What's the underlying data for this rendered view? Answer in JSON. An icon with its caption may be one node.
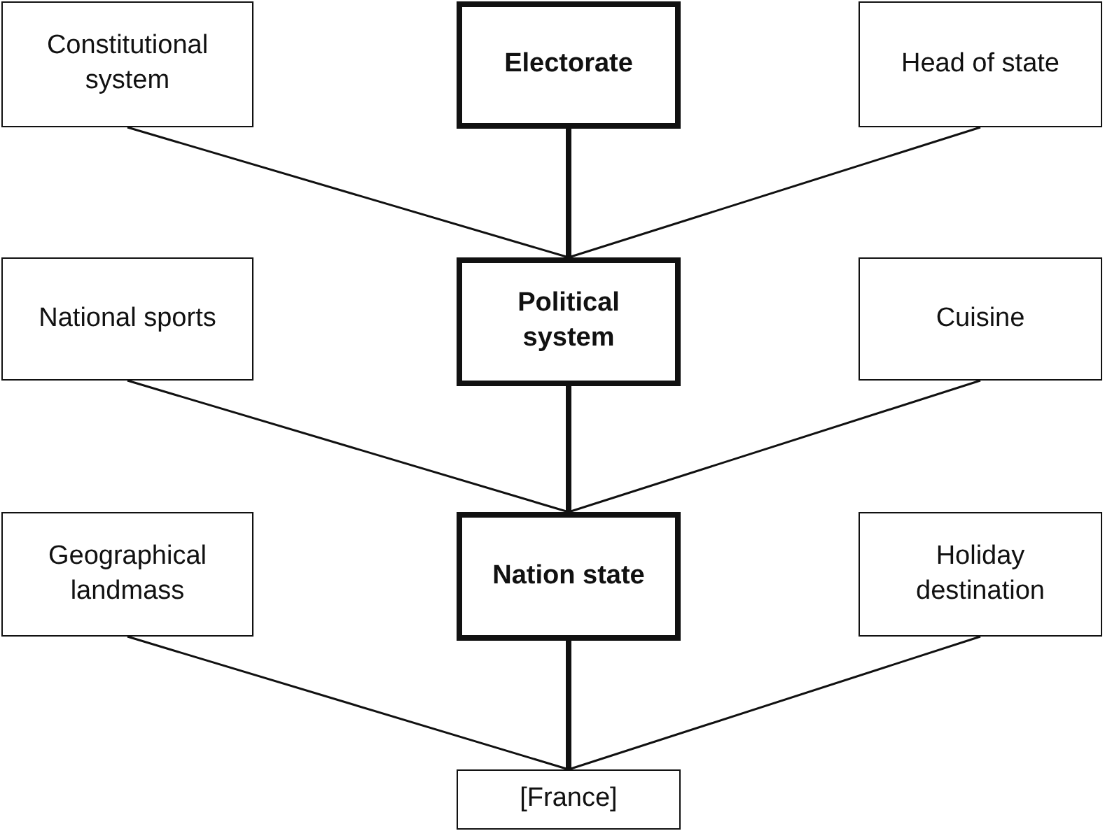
{
  "diagram": {
    "nodes": [
      {
        "text": [
          "Constitutional system"
        ]
      },
      {
        "text": [
          "Electorate"
        ]
      },
      {
        "text": [
          "Head of state"
        ]
      },
      {
        "text": [
          "National sports"
        ]
      },
      {
        "text": [
          "Political system"
        ]
      },
      {
        "text": [
          "Cuisine"
        ]
      },
      {
        "text": [
          "Geographical landmass"
        ]
      },
      {
        "text": [
          "Nation state"
        ]
      },
      {
        "text": [
          "Holiday destination"
        ]
      },
      {
        "text": [
          "[France]"
        ]
      }
    ],
    "edges": [
      {
        "from": 0,
        "to": 4,
        "arrow": "none"
      },
      {
        "from": 1,
        "to": 4,
        "arrow": "none",
        "style": "thick"
      },
      {
        "from": 2,
        "to": 4,
        "arrow": "none"
      },
      {
        "from": 3,
        "to": 7,
        "arrow": "none"
      },
      {
        "from": 4,
        "to": 7,
        "arrow": "none",
        "style": "thick"
      },
      {
        "from": 5,
        "to": 7,
        "arrow": "none"
      },
      {
        "from": 6,
        "to": 9,
        "arrow": "none"
      },
      {
        "from": 7,
        "to": 9,
        "arrow": "none",
        "style": "thick"
      },
      {
        "from": 8,
        "to": 9,
        "arrow": "none"
      }
    ]
  }
}
